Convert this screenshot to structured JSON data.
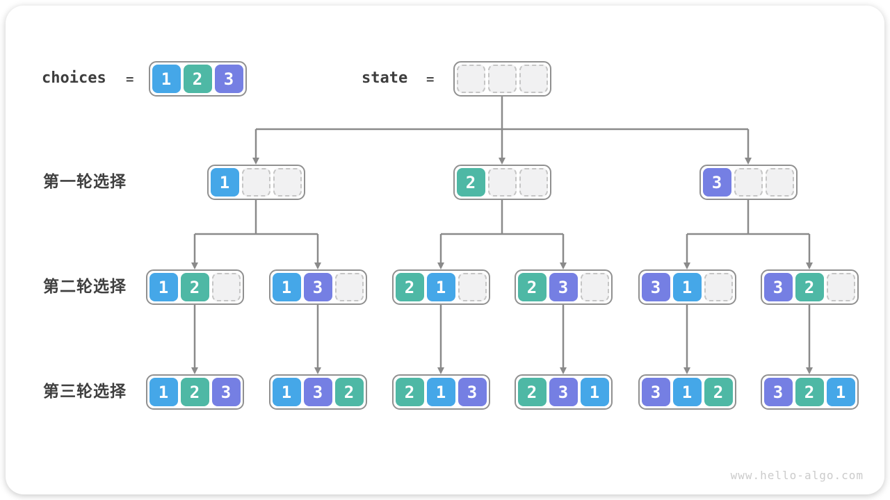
{
  "colors": {
    "value_1": "#45a7e8",
    "value_2": "#4eb8a5",
    "value_3": "#757fe3",
    "empty_cell_fill": "#f1f1f2",
    "empty_cell_border": "#c5c5c5",
    "node_border": "#909090",
    "connector": "#8a8a8a"
  },
  "header": {
    "choices_label": "choices",
    "choices_equals": "=",
    "choices_cells": [
      1,
      2,
      3
    ],
    "state_label": "state",
    "state_equals": "=",
    "state_cells": [
      null,
      null,
      null
    ]
  },
  "rows": [
    {
      "label": "第一轮选择",
      "nodes": [
        [
          1,
          null,
          null
        ],
        [
          2,
          null,
          null
        ],
        [
          3,
          null,
          null
        ]
      ]
    },
    {
      "label": "第二轮选择",
      "nodes": [
        [
          1,
          2,
          null
        ],
        [
          1,
          3,
          null
        ],
        [
          2,
          1,
          null
        ],
        [
          2,
          3,
          null
        ],
        [
          3,
          1,
          null
        ],
        [
          3,
          2,
          null
        ]
      ]
    },
    {
      "label": "第三轮选择",
      "nodes": [
        [
          1,
          2,
          3
        ],
        [
          1,
          3,
          2
        ],
        [
          2,
          1,
          3
        ],
        [
          2,
          3,
          1
        ],
        [
          3,
          1,
          2
        ],
        [
          3,
          2,
          1
        ]
      ]
    }
  ],
  "footer": {
    "watermark": "www.hello-algo.com"
  }
}
